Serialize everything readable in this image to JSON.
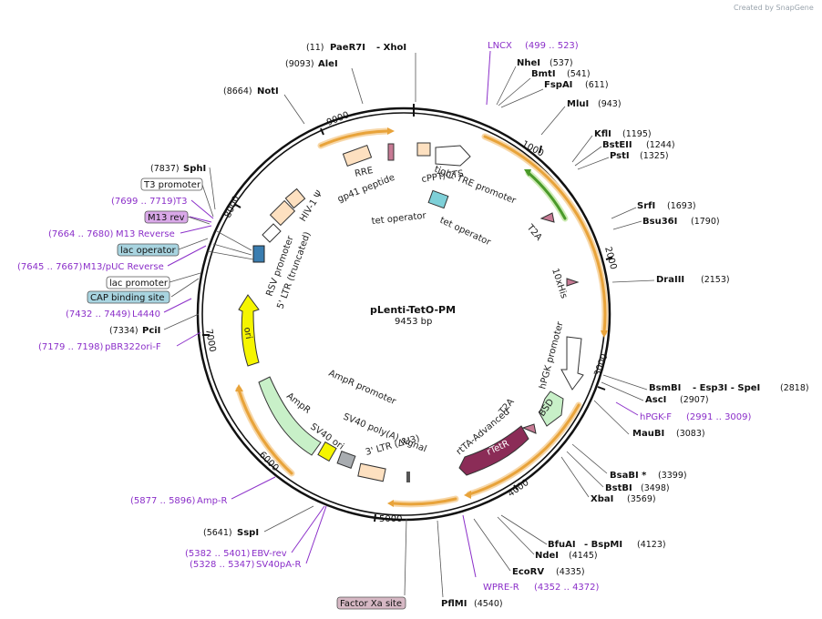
{
  "credit": "Created by SnapGene",
  "plasmid": {
    "name": "pLenti-TetO-PM",
    "size": "9453 bp"
  },
  "ticks": [
    "1000",
    "2000",
    "3000",
    "4000",
    "5000",
    "7000",
    "8000",
    "9000"
  ],
  "sites": [
    {
      "name": "PaeR7I",
      "pos": "(11)",
      "extra": "- XhoI"
    },
    {
      "name": "AleI",
      "pos": "(9093)"
    },
    {
      "name": "NotI",
      "pos": "(8664)"
    },
    {
      "name": "NheI",
      "pos": "(537)"
    },
    {
      "name": "BmtI",
      "pos": "(541)"
    },
    {
      "name": "FspAI",
      "pos": "(611)"
    },
    {
      "name": "MluI",
      "pos": "(943)"
    },
    {
      "name": "KflI",
      "pos": "(1195)"
    },
    {
      "name": "BstEII",
      "pos": "(1244)"
    },
    {
      "name": "PstI",
      "pos": "(1325)"
    },
    {
      "name": "SrfI",
      "pos": "(1693)"
    },
    {
      "name": "Bsu36I",
      "pos": "(1790)"
    },
    {
      "name": "DraIII",
      "pos": "(2153)"
    },
    {
      "name": "BsmBI",
      "pos": "(2818)",
      "extra": "- Esp3I   - SpeI"
    },
    {
      "name": "AscI",
      "pos": "(2907)"
    },
    {
      "name": "MauBI",
      "pos": "(3083)"
    },
    {
      "name": "BsaBI *",
      "pos": "(3399)"
    },
    {
      "name": "BstBI",
      "pos": "(3498)"
    },
    {
      "name": "XbaI",
      "pos": "(3569)"
    },
    {
      "name": "BfuAI",
      "pos": "(4123)",
      "extra": "- BspMI"
    },
    {
      "name": "NdeI",
      "pos": "(4145)"
    },
    {
      "name": "EcoRV",
      "pos": "(4335)"
    },
    {
      "name": "PflMI",
      "pos": "(4540)"
    },
    {
      "name": "SspI",
      "pos": "(5641)"
    },
    {
      "name": "PciI",
      "pos": "(7334)"
    },
    {
      "name": "SphI",
      "pos": "(7837)"
    }
  ],
  "primers": [
    {
      "name": "LNCX",
      "pos": "(499 .. 523)"
    },
    {
      "name": "hPGK-F",
      "pos": "(2991 .. 3009)"
    },
    {
      "name": "WPRE-R",
      "pos": "(4352 .. 4372)"
    },
    {
      "name": "EBV-rev",
      "pos": "(5382 .. 5401)"
    },
    {
      "name": "SV40pA-R",
      "pos": "(5328 .. 5347)"
    },
    {
      "name": "Amp-R",
      "pos": "(5877 .. 5896)"
    },
    {
      "name": "pBR322ori-F",
      "pos": "(7179 .. 7198)"
    },
    {
      "name": "L4440",
      "pos": "(7432 .. 7449)"
    },
    {
      "name": "M13/pUC Reverse",
      "pos": "(7645 .. 7667)"
    },
    {
      "name": "M13 Reverse",
      "pos": "(7664 .. 7680)"
    },
    {
      "name": "T3",
      "pos": "(7699 .. 7719)"
    }
  ],
  "boxed": [
    {
      "name": "T3 promoter",
      "fill": "#ffffff"
    },
    {
      "name": "M13 rev",
      "fill": "#d9a8e8"
    },
    {
      "name": "lac operator",
      "fill": "#a8d4e0"
    },
    {
      "name": "lac promoter",
      "fill": "#ffffff"
    },
    {
      "name": "CAP binding site",
      "fill": "#a8d4e0"
    },
    {
      "name": "Factor Xa site",
      "fill": "#d6b8c4"
    }
  ],
  "features": [
    "tight TRE promoter",
    "cPPT/CTS",
    "RRE",
    "gp41 peptide",
    "HIV-1 Ψ",
    "RSV promoter",
    "5' LTR (truncated)",
    "tet operator",
    "tet operator",
    "T2A",
    "10xHis",
    "hPGK promoter",
    "BSD",
    "T2A",
    "rtTA-Advanced",
    "rTetR",
    "3' LTR (ΔU3)",
    "SV40 poly(A) signal",
    "SV40 ori",
    "AmpR promoter",
    "AmpR",
    "ori"
  ],
  "colors": {
    "backbone": "#111111",
    "orf_arrow": "#e8a33a",
    "primer": "#8b2fc9",
    "rtTA": "#8b2c57",
    "green_orf": "#4a9a2a",
    "ori": "#f5f500",
    "ampr": "#c8f0c8",
    "ltr": "#fde0c0"
  }
}
